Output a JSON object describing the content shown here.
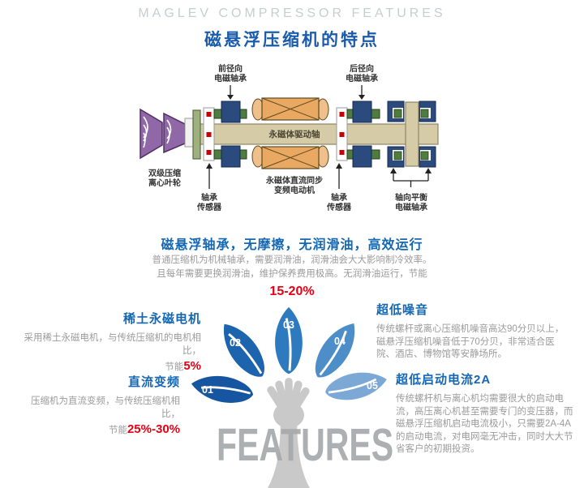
{
  "header": {
    "title_en": "MAGLEV COMPRESSOR FEATURES",
    "title_zh": "磁悬浮压缩机的特点"
  },
  "diagram": {
    "front_bearing": [
      "前径向",
      "电磁轴承"
    ],
    "rear_bearing": [
      "后径向",
      "电磁轴承"
    ],
    "shaft_label": "永磁体驱动轴",
    "impeller": [
      "双级压缩",
      "离心叶轮"
    ],
    "sensor_front": [
      "轴承",
      "传感器"
    ],
    "motor": [
      "永磁体直流同步",
      "变频电动机"
    ],
    "sensor_rear": [
      "轴承",
      "传感器"
    ],
    "axial_bearing": [
      "轴向平衡",
      "电磁轴承"
    ]
  },
  "main_feature": {
    "heading": "磁悬浮轴承，无摩擦，无润滑油，高效运行",
    "line1": "普通压缩机为机械轴承，需要润滑油，润滑油会大大影响制冷效率。",
    "line2": "且每年需要更换润滑油，维护保养费用极高。无润滑油运行，节能",
    "highlight": "15-20%"
  },
  "features_left": [
    {
      "title": "稀土永磁电机",
      "body": "采用稀土永磁电机，与传统压缩机的电机相比，",
      "savings_prefix": "节能",
      "savings": "5%"
    },
    {
      "title": "直流变频",
      "body": "压缩机为直流变频，与传统压缩机相比，",
      "savings_prefix": "节能",
      "savings": "25%-30%"
    }
  ],
  "features_right": [
    {
      "title": "超低噪音",
      "body": "传统螺杆或离心压缩机噪音高达90分贝以上，磁悬浮压缩机噪音低于70分贝，非常适合医院、酒店、博物馆等安静场所。"
    },
    {
      "title": "超低启动电流2A",
      "body": "传统螺杆机与离心机均需要很大的启动电流，高压离心机甚至需要专门的变压器，而磁悬浮压缩机启动电流极小，只需要2A-4A的启动电流，对电网毫无冲击，同时大大节省客户的初期投资。"
    }
  ],
  "leaves": [
    {
      "num": "01",
      "color": "#1655a0"
    },
    {
      "num": "02",
      "color": "#1c64ae"
    },
    {
      "num": "03",
      "color": "#2d7abf"
    },
    {
      "num": "04",
      "color": "#4d8ec9"
    },
    {
      "num": "05",
      "color": "#7ba8d5"
    }
  ],
  "watermark": "FEATURES",
  "colors": {
    "heading_blue": "#1467b3",
    "accent_red": "#e60012",
    "body_gray": "#9b9b9b",
    "title_gray": "#c8cdd2",
    "title_blue": "#1a5cab",
    "hand_gray": "#c9c9c9",
    "shaft_tan": "#d5cba6",
    "coil_orange": "#e9a963",
    "bearing_blue": "#2b4a7d",
    "bearing_green": "#4e7d3f",
    "impeller_purple": "#9068a8",
    "sensor_red": "#cc0000"
  }
}
